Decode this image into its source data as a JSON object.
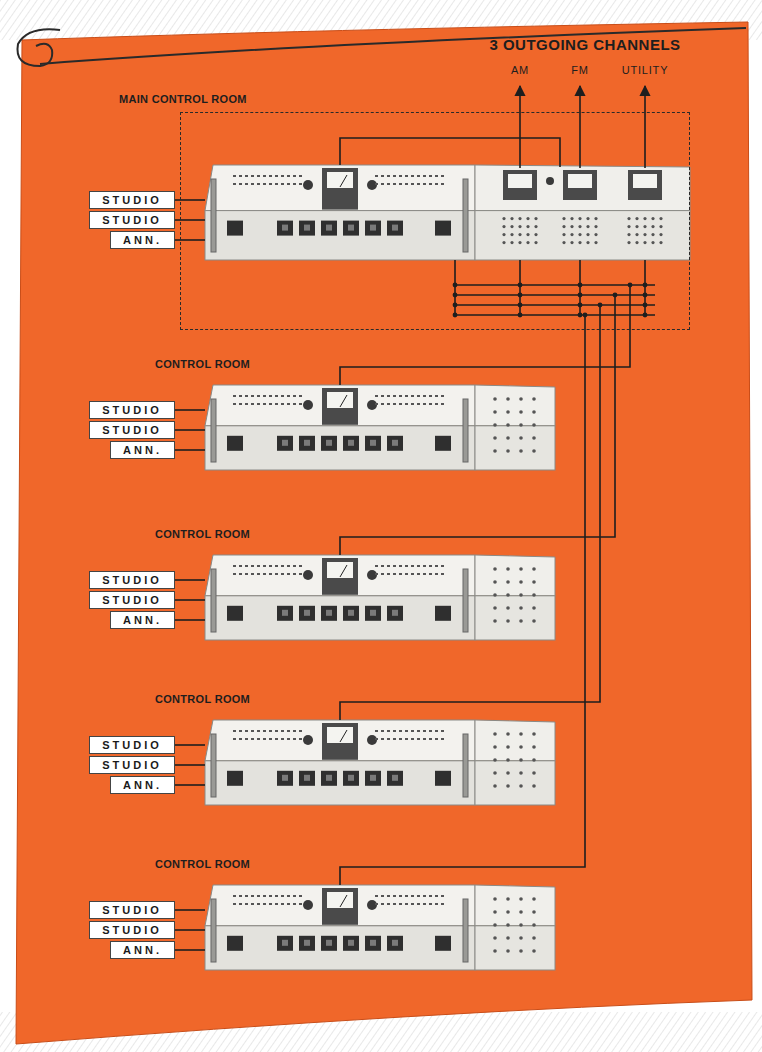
{
  "diagram": {
    "nodes": [
      {
        "text": [
          "MAIN CONTROL ROOM"
        ]
      },
      {
        "text": [
          "STUDIO"
        ]
      },
      {
        "text": [
          "STUDIO"
        ]
      },
      {
        "text": [
          "ANN."
        ]
      },
      {
        "text": [
          "CONTROL ROOM"
        ]
      },
      {
        "text": [
          "STUDIO"
        ]
      },
      {
        "text": [
          "STUDIO"
        ]
      },
      {
        "text": [
          "ANN."
        ]
      },
      {
        "text": [
          "CONTROL ROOM"
        ]
      },
      {
        "text": [
          "STUDIO"
        ]
      },
      {
        "text": [
          "STUDIO"
        ]
      },
      {
        "text": [
          "ANN."
        ]
      },
      {
        "text": [
          "CONTROL ROOM"
        ]
      },
      {
        "text": [
          "STUDIO"
        ]
      },
      {
        "text": [
          "STUDIO"
        ]
      },
      {
        "text": [
          "ANN."
        ]
      },
      {
        "text": [
          "CONTROL ROOM"
        ]
      },
      {
        "text": [
          "STUDIO"
        ]
      },
      {
        "text": [
          "STUDIO"
        ]
      },
      {
        "text": [
          "ANN."
        ]
      }
    ],
    "edges": [
      {
        "from": 1,
        "to": 0,
        "arrow": "none"
      },
      {
        "from": 2,
        "to": 0,
        "arrow": "none"
      },
      {
        "from": 3,
        "to": 0,
        "arrow": "none"
      },
      {
        "from": 5,
        "to": 4,
        "arrow": "none"
      },
      {
        "from": 6,
        "to": 4,
        "arrow": "none"
      },
      {
        "from": 7,
        "to": 4,
        "arrow": "none"
      },
      {
        "from": 9,
        "to": 8,
        "arrow": "none"
      },
      {
        "from": 10,
        "to": 8,
        "arrow": "none"
      },
      {
        "from": 11,
        "to": 8,
        "arrow": "none"
      },
      {
        "from": 13,
        "to": 12,
        "arrow": "none"
      },
      {
        "from": 14,
        "to": 12,
        "arrow": "none"
      },
      {
        "from": 15,
        "to": 12,
        "arrow": "none"
      },
      {
        "from": 17,
        "to": 16,
        "arrow": "none"
      },
      {
        "from": 18,
        "to": 16,
        "arrow": "none"
      },
      {
        "from": 19,
        "to": 16,
        "arrow": "none"
      },
      {
        "from": 4,
        "to": 0,
        "arrow": "none"
      },
      {
        "from": 8,
        "to": 0,
        "arrow": "none"
      },
      {
        "from": 12,
        "to": 0,
        "arrow": "none"
      },
      {
        "from": 16,
        "to": 0,
        "arrow": "none"
      }
    ],
    "labels": [
      "3 OUTGOING CHANNELS",
      "AM",
      "FM",
      "UTILITY"
    ]
  }
}
